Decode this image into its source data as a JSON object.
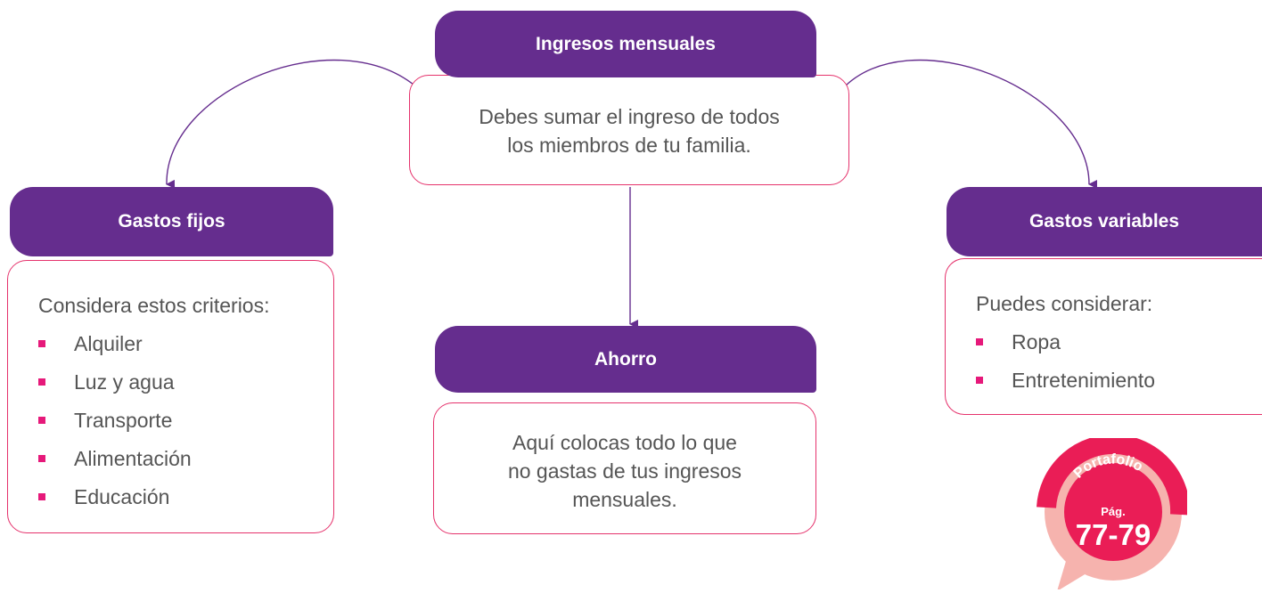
{
  "ingresos": {
    "title": "Ingresos mensuales",
    "lines": [
      "Debes sumar el ingreso de todos",
      "los miembros de tu familia."
    ]
  },
  "fijos": {
    "title": "Gastos fijos",
    "intro": "Considera estos criterios:",
    "items": [
      "Alquiler",
      "Luz y agua",
      "Transporte",
      "Alimentación",
      "Educación"
    ]
  },
  "ahorro": {
    "title": "Ahorro",
    "lines": [
      "Aquí colocas todo lo que",
      "no gastas de tus ingresos",
      "mensuales."
    ]
  },
  "variables": {
    "title": "Gastos variables",
    "intro": "Puedes considerar:",
    "items": [
      "Ropa",
      "Entretenimiento"
    ]
  },
  "badge": {
    "label": "Portafolio",
    "page_prefix": "Pág.",
    "pages": "77-79"
  },
  "colors": {
    "header": "#652d8e",
    "border": "#e5326c",
    "bullet": "#e6197a",
    "badge_ring": "#ea1d56",
    "badge_pale": "#f6b3ae",
    "connector": "#652d8e"
  }
}
